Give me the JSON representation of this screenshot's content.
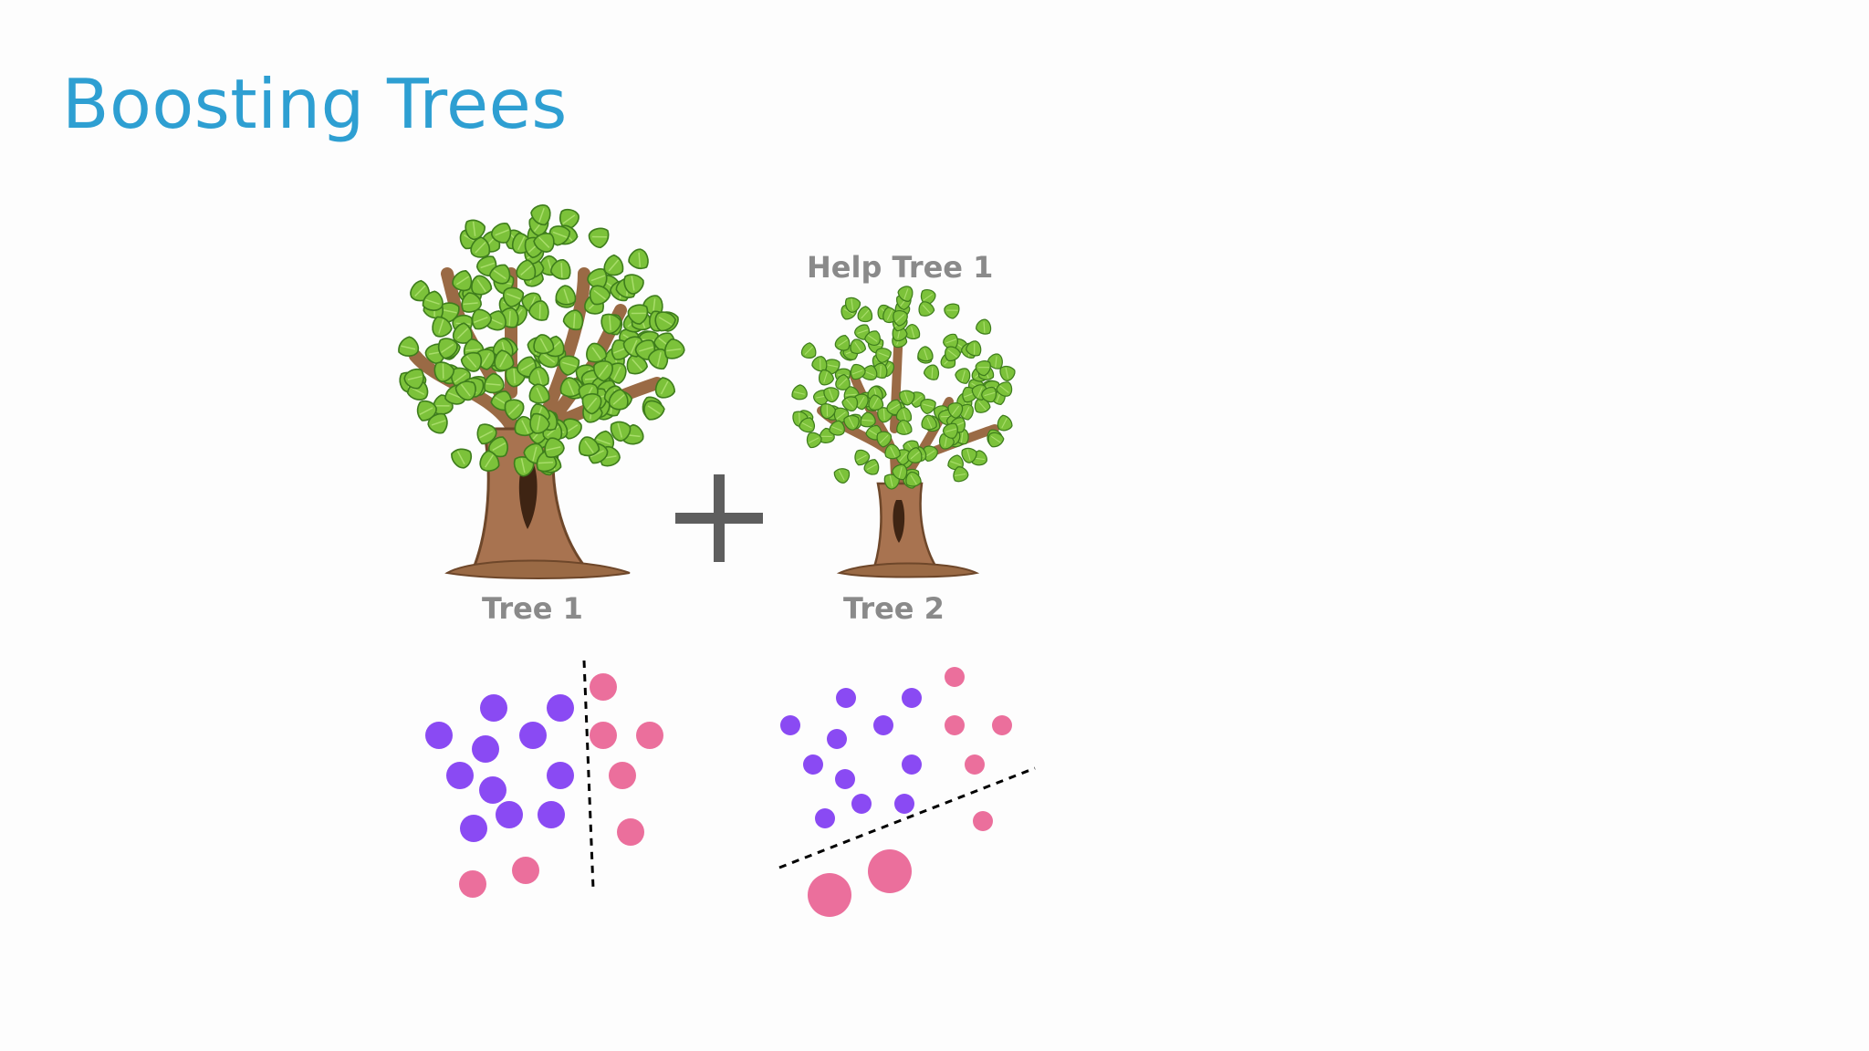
{
  "slide": {
    "title": "Boosting Trees",
    "tree1_label": "Tree 1",
    "tree2_label": "Tree 2",
    "tree2_note": "Help Tree 1",
    "operator_symbol": "+"
  },
  "colors": {
    "title": "#2e9fd2",
    "label": "#8a8a8a",
    "class_a": "#8a4af3",
    "class_b": "#eb6f9c",
    "trunk": "#9a6a45",
    "leaf": "#7cc23a",
    "operator": "#5e5e5e"
  },
  "icons": [
    "tree-1-illustration",
    "tree-2-illustration",
    "plus-icon"
  ]
}
